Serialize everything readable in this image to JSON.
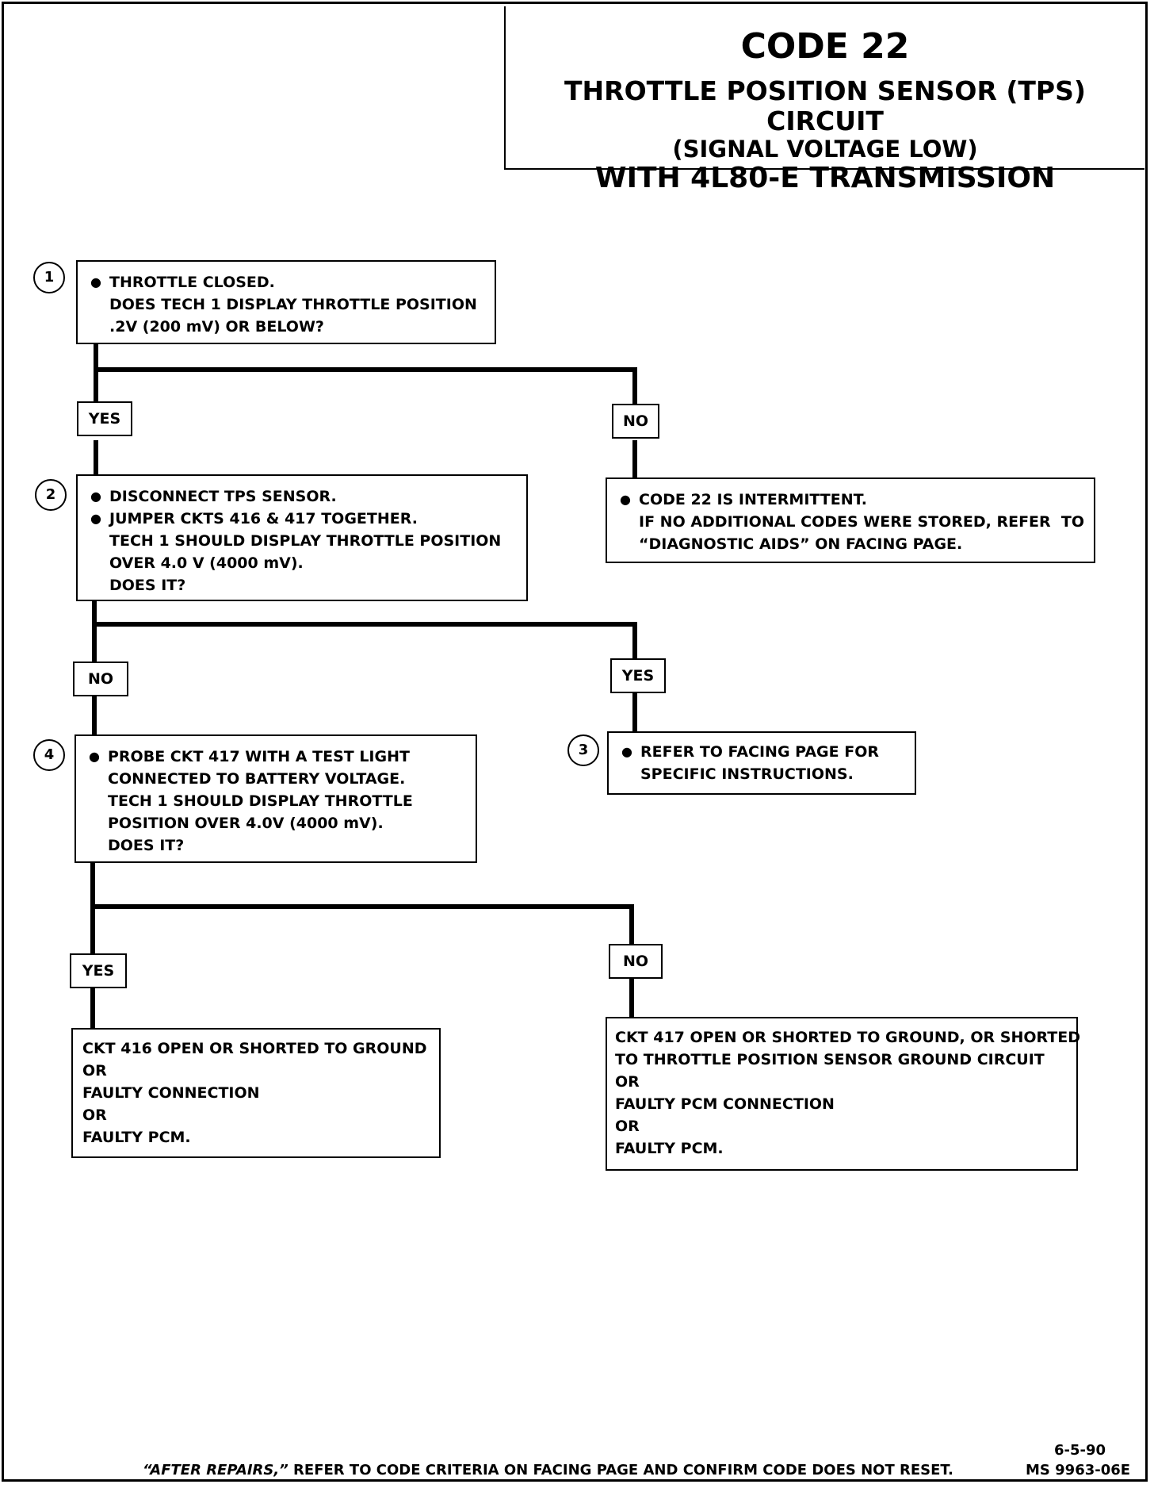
{
  "title": {
    "code": "CODE 22",
    "line1": "THROTTLE POSITION SENSOR (TPS) CIRCUIT",
    "line2": "(SIGNAL VOLTAGE LOW)",
    "line3": "WITH 4L80-E TRANSMISSION"
  },
  "steps": {
    "step1": {
      "number": "1",
      "bullets": [
        "THROTTLE CLOSED.\nDOES TECH 1 DISPLAY THROTTLE POSITION\n.2V (200 mV) OR BELOW?"
      ]
    },
    "step2": {
      "number": "2",
      "bullets": [
        "DISCONNECT TPS SENSOR.",
        "JUMPER CKTS 416 & 417 TOGETHER.\nTECH 1 SHOULD DISPLAY THROTTLE POSITION\nOVER 4.0 V (4000 mV).\nDOES IT?"
      ]
    },
    "intermittent": {
      "bullets": [
        "CODE 22 IS INTERMITTENT.\nIF NO ADDITIONAL CODES WERE STORED, REFER  TO\n“DIAGNOSTIC AIDS” ON FACING PAGE."
      ]
    },
    "step4": {
      "number": "4",
      "bullets": [
        "PROBE CKT 417 WITH A TEST LIGHT\nCONNECTED TO BATTERY VOLTAGE.\nTECH 1 SHOULD DISPLAY THROTTLE\nPOSITION OVER 4.0V (4000 mV).\nDOES IT?"
      ]
    },
    "step3": {
      "number": "3",
      "bullets": [
        "REFER TO FACING PAGE FOR\nSPECIFIC INSTRUCTIONS."
      ]
    },
    "result_ckt416": "CKT 416 OPEN OR SHORTED TO GROUND\nOR\nFAULTY CONNECTION\nOR\nFAULTY PCM.",
    "result_ckt417": "CKT 417 OPEN OR SHORTED TO GROUND, OR SHORTED\nTO THROTTLE POSITION SENSOR GROUND CIRCUIT\nOR\nFAULTY PCM CONNECTION\nOR\nFAULTY PCM."
  },
  "labels": {
    "yes1": "YES",
    "no1": "NO",
    "no2": "NO",
    "yes2": "YES",
    "yes3": "YES",
    "no3": "NO"
  },
  "bullet_char": "●",
  "footer": {
    "after_repairs": "“AFTER REPAIRS,”",
    "rest": " REFER TO CODE CRITERIA ON FACING PAGE AND CONFIRM CODE DOES NOT RESET.",
    "date": "6-5-90",
    "doc_number": "MS 9963-06E"
  }
}
